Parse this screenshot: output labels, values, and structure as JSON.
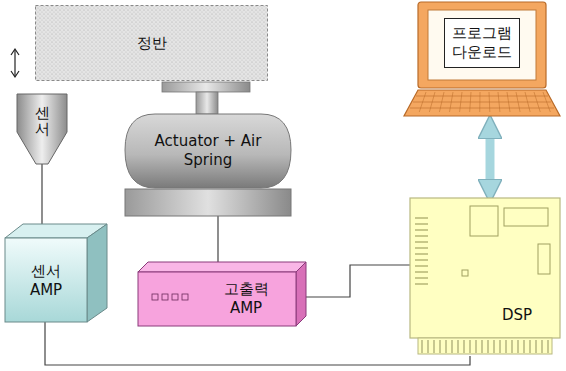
{
  "diagram": {
    "nodes": [
      {
        "text": [
          "정반"
        ]
      },
      {
        "text": [
          "센서"
        ]
      },
      {
        "text": [
          "Actuator + Air Spring"
        ]
      },
      {
        "text": [
          "프로그램 다운로드"
        ]
      },
      {
        "text": [
          "센서 AMP"
        ]
      },
      {
        "text": [
          "고출력 AMP"
        ]
      },
      {
        "text": [
          "DSP"
        ]
      }
    ],
    "edges": [
      {
        "from": 1,
        "to": 4,
        "arrow": "none"
      },
      {
        "from": 2,
        "to": 5,
        "arrow": "none"
      },
      {
        "from": 5,
        "to": 6,
        "arrow": "none"
      },
      {
        "from": 3,
        "to": 6,
        "arrow": "both"
      },
      {
        "from": 4,
        "to": 6,
        "arrow": "none"
      }
    ]
  }
}
